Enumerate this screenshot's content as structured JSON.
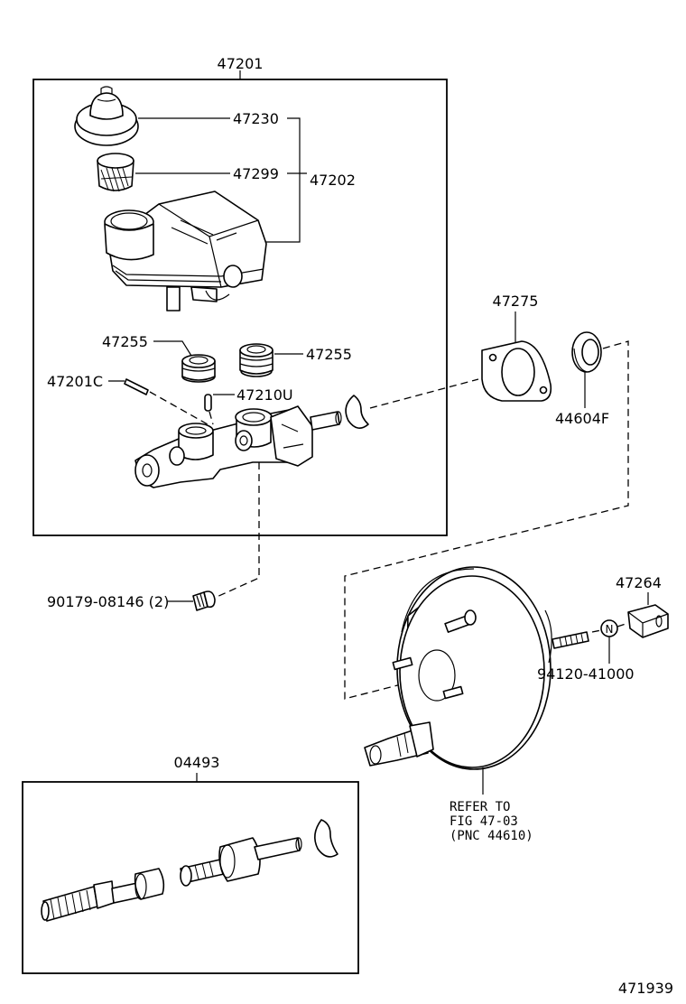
{
  "labels": {
    "assembly": "47201",
    "cap": "47230",
    "strainer": "47299",
    "reservoir": "47202",
    "grommet_left": "47255",
    "grommet_right": "47255",
    "pin": "47201C",
    "stopper": "47210U",
    "gasket": "47275",
    "seal": "44604F",
    "bolt": "90179-08146 (2)",
    "repair_kit": "04493",
    "valve": "47264",
    "nut": "94120-41000",
    "nut_symbol": "N",
    "refer_line1": "REFER TO",
    "refer_line2": "FIG 47-03",
    "refer_line3": "(PNC 44610)",
    "figure_number": "471939"
  }
}
